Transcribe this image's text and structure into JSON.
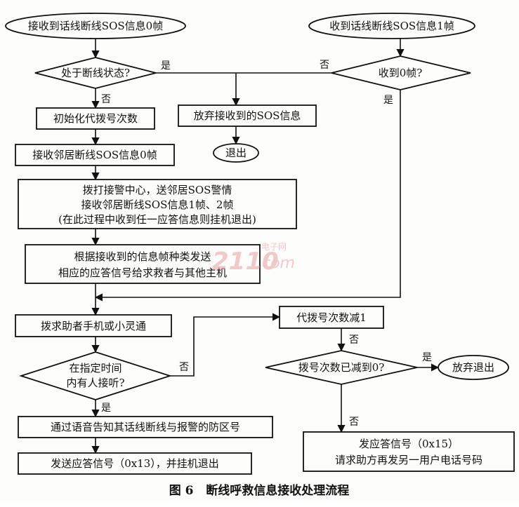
{
  "nodes": {
    "start0": "接收到话线断线SOS信息0帧",
    "start1": "收到话线断线SOS信息1帧",
    "dec_state": "处于断线状态?",
    "dec_recv0": "收到0帧?",
    "init_count": "初始化代拨号次数",
    "discard": "放弃接收到的SOS信息",
    "exit1": "退出",
    "recv_neighbor0": "接收邻居断线SOS信息0帧",
    "call_center": [
      "拨打接警中心，送邻居SOS警情",
      "接收邻居断线SOS信息1帧、2帧",
      "(在此过程中收到任一应答信息则挂机退出)"
    ],
    "send_response": [
      "根据接收到的信息帧种类发送",
      "相应的应答信号给求救者与其他主机"
    ],
    "dial_helper": "拨求助者手机或小灵通",
    "dec_answer": [
      "在指定时间",
      "内有人接听?"
    ],
    "voice_notify": "通过语音告知其话线断线与报警的防区号",
    "send_ack13": "发送应答信号（0x13），并挂机退出",
    "dec_count": "代拨号次数减1",
    "dec_zero": "拨号次数已减到0?",
    "give_up": "放弃退出",
    "send_ack15": [
      "发应答信号（0x15）",
      "请求助方再发另一用户电话号码"
    ]
  },
  "edge_labels": {
    "state_yes": "是",
    "state_no": "否",
    "recv0_no": "否",
    "recv0_yes": "是",
    "answer_no": "否",
    "answer_yes": "是",
    "count_no": "否",
    "zero_yes": "是",
    "zero_no": "否"
  },
  "watermark": {
    "digits": "2110",
    "brand": "电子网",
    "domain": ".com"
  },
  "caption": "图 6   断线呼救信息接收处理流程"
}
